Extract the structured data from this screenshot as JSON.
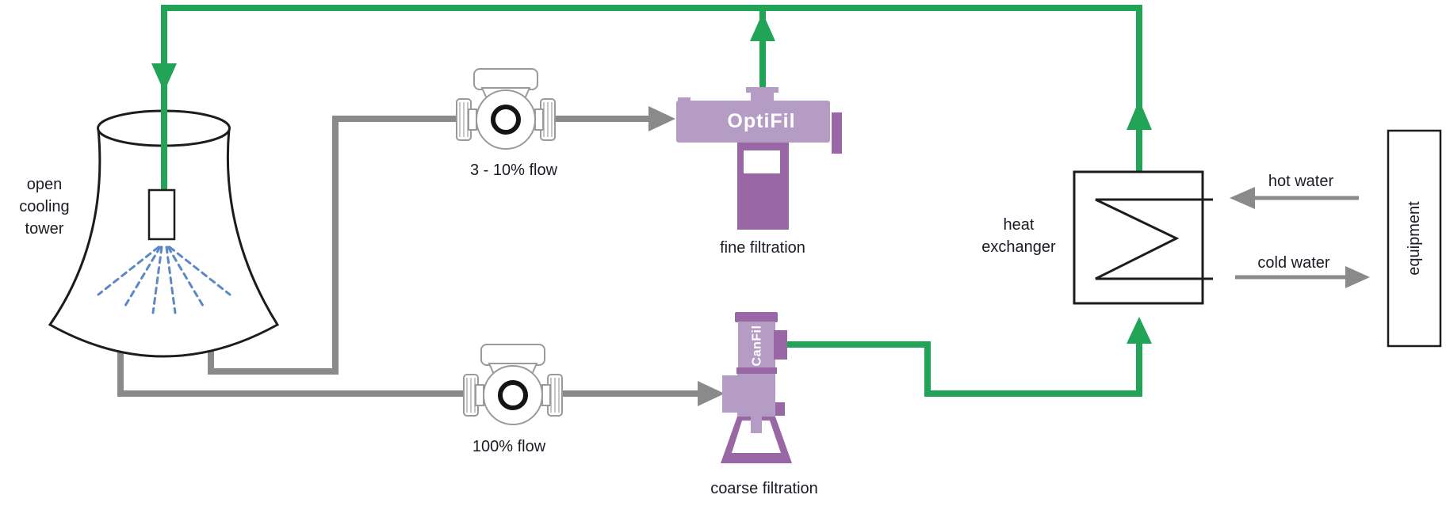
{
  "colors": {
    "clean_water": "#22A457",
    "dirty_water": "#8A8A8A",
    "filter_light": "#B49CC4",
    "filter_dark": "#9966A6",
    "spray_blue": "#5C88C6",
    "outline": "#1C1C1C",
    "label": "#1B1B24"
  },
  "cooling_tower": {
    "label": "open\ncooling\ntower"
  },
  "fine_loop": {
    "pump_label": "3 - 10% flow",
    "filter_brand": "OptiFil",
    "filter_label": "fine filtration"
  },
  "coarse_loop": {
    "pump_label": "100% flow",
    "filter_brand": "CanFil",
    "filter_label": "coarse filtration"
  },
  "heat_exchanger": {
    "label": "heat\nexchanger"
  },
  "flows": {
    "hot": "hot water",
    "cold": "cold water"
  },
  "equipment": {
    "label": "equipment"
  }
}
